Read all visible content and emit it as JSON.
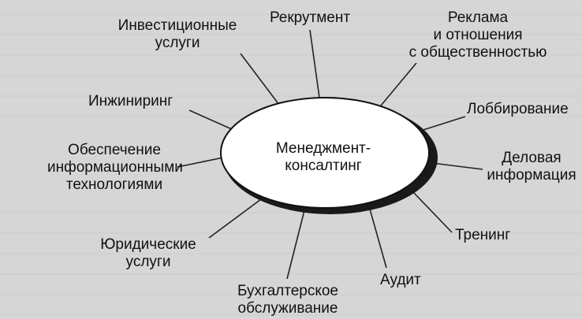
{
  "diagram": {
    "center": "Менеджмент-\nконсалтинг",
    "nodes": [
      {
        "id": "investment",
        "label": "Инвестиционные\nуслуги"
      },
      {
        "id": "recruitment",
        "label": "Рекрутмент"
      },
      {
        "id": "pr",
        "label": "Реклама\nи отношения\nс общественностью"
      },
      {
        "id": "lobbying",
        "label": "Лоббирование"
      },
      {
        "id": "business-info",
        "label": "Деловая\nинформация"
      },
      {
        "id": "training",
        "label": "Тренинг"
      },
      {
        "id": "audit",
        "label": "Аудит"
      },
      {
        "id": "accounting",
        "label": "Бухгалтерское\nобслуживание"
      },
      {
        "id": "legal",
        "label": "Юридические\nуслуги"
      },
      {
        "id": "it",
        "label": "Обеспечение\nинформационными\nтехнологиями"
      },
      {
        "id": "engineering",
        "label": "Инжиниринг"
      }
    ]
  },
  "colors": {
    "background": "#d6d6d6",
    "ink": "#111111",
    "ellipse_fill": "#ffffff"
  }
}
